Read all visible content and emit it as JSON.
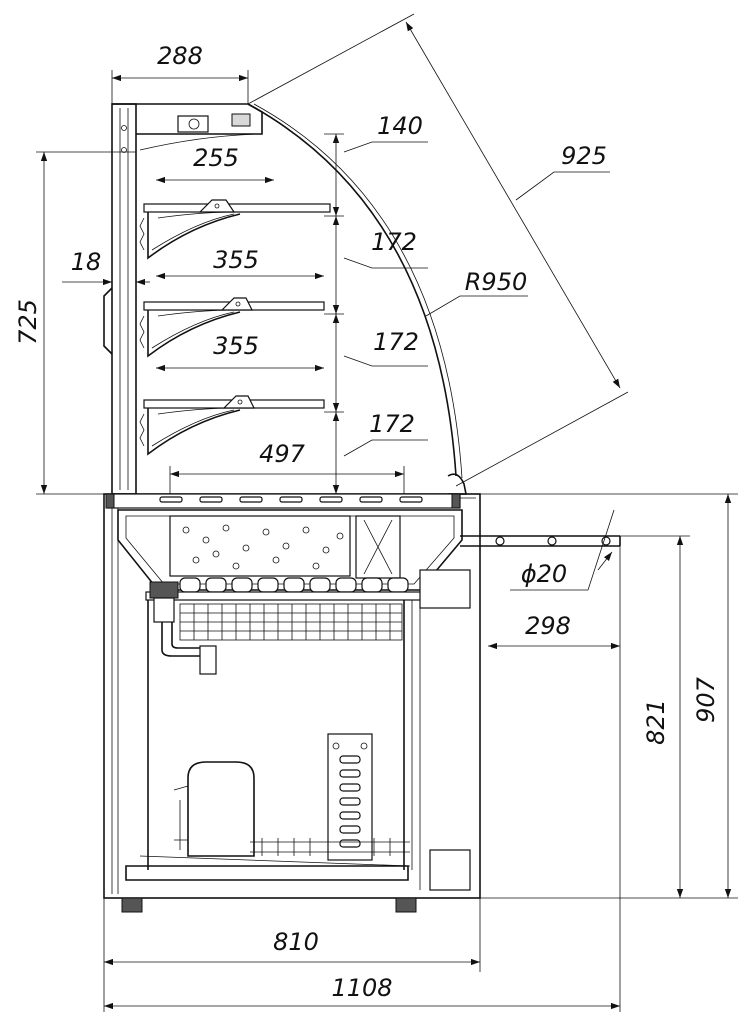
{
  "diagram": {
    "dimensions": {
      "top_depth": "288",
      "glass_top_gap": "140",
      "top_shelf_width": "255",
      "glass_length": "925",
      "shelf_spacing_1": "172",
      "shelf_spacing_2": "172",
      "shelf_spacing_3": "172",
      "panel_thickness": "18",
      "shelf_width_1": "355",
      "shelf_width_2": "355",
      "glass_radius": "R950",
      "display_height": "725",
      "base_width": "497",
      "pipe_diameter": "ϕ20",
      "pipe_extension": "298",
      "cabinet_height": "821",
      "total_height": "907",
      "cabinet_width": "810",
      "total_width": "1108"
    }
  }
}
